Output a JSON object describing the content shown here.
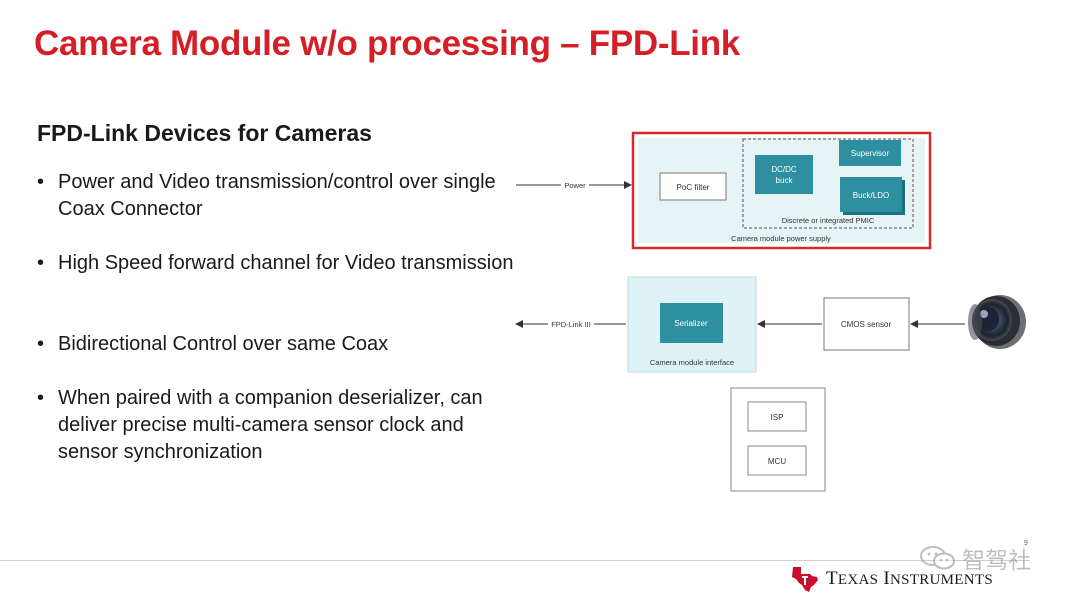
{
  "slide": {
    "title": "Camera Module w/o processing – FPD-Link",
    "subtitle": "FPD-Link Devices for Cameras",
    "bullets": [
      "Power and Video transmission/control over single Coax Connector",
      "High Speed forward channel for Video transmission",
      "Bidirectional Control over same Coax",
      "When paired with a companion deserializer, can deliver precise multi-camera sensor clock and sensor synchronization"
    ],
    "page_number": "9"
  },
  "diagram": {
    "power_label": "Power",
    "poc_filter": "PoC filter",
    "dcdc_buck_line1": "DC/DC",
    "dcdc_buck_line2": "buck",
    "supervisor": "Supervisor",
    "buck_ldo": "Buck/LDO",
    "pmic_label": "Discrete or integrated PMIC",
    "power_supply_label": "Camera module power supply",
    "fpd_link_label": "FPD-Link III",
    "serializer": "Serializer",
    "interface_label": "Camera module interface",
    "cmos_sensor": "CMOS sensor",
    "isp": "ISP",
    "mcu": "MCU",
    "colors": {
      "title_red": "#d51f26",
      "box_red": "#d52b2b",
      "teal_block": "#2d8f9f",
      "light_cyan": "#dff3f6"
    }
  },
  "watermark": {
    "text": "智驾社",
    "icon": "wechat-icon"
  },
  "footer": {
    "logo_icon": "texas-state-icon",
    "logo_big_T": "T",
    "logo_small_1": "EXAS",
    "logo_big_I": "I",
    "logo_small_2": "NSTRUMENTS"
  }
}
